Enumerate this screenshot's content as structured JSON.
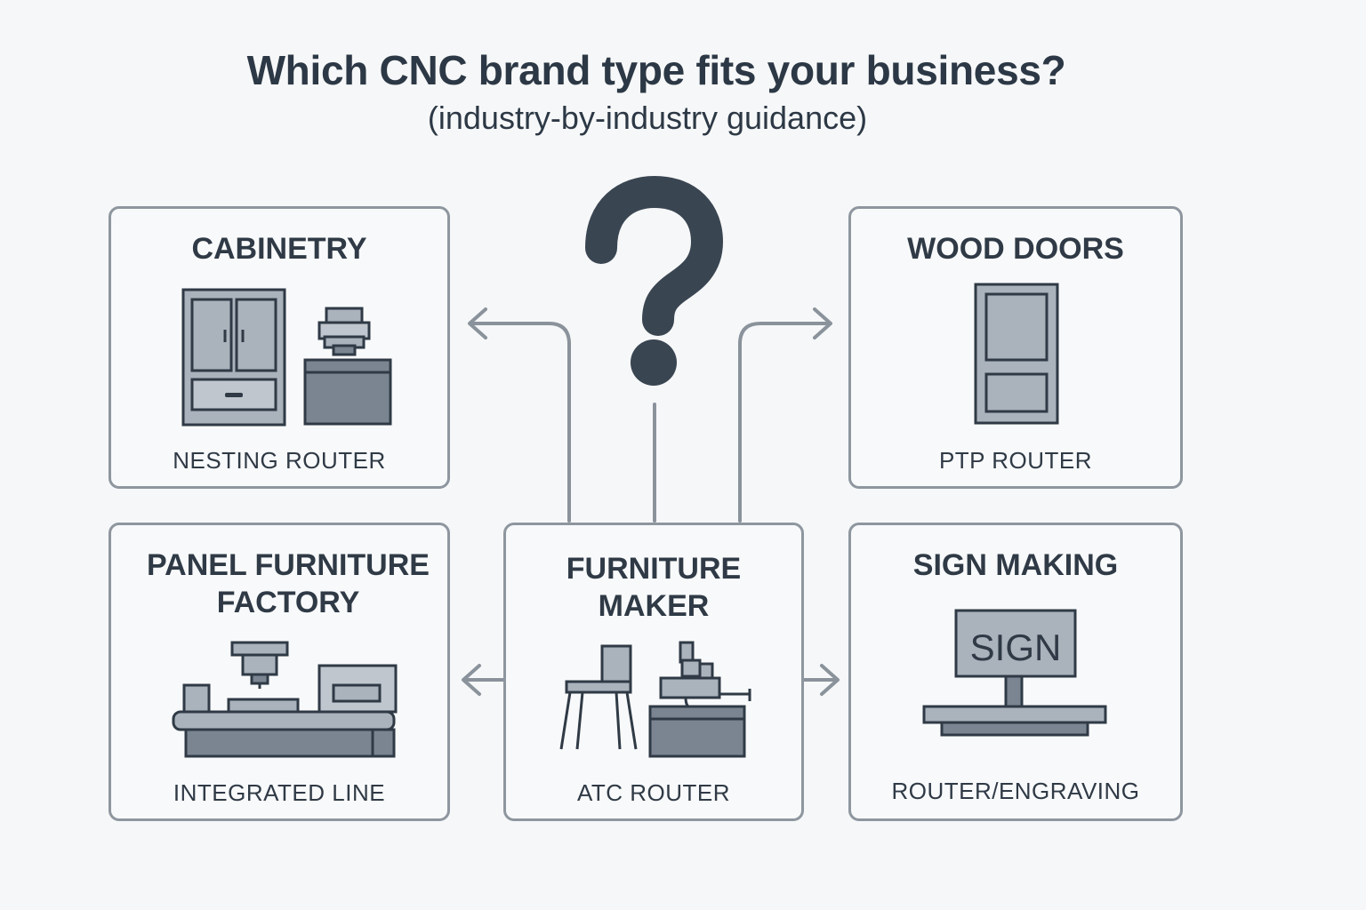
{
  "header": {
    "title": "Which CNC brand type fits your business?",
    "subtitle": "(industry-by-industry guidance)"
  },
  "center": {
    "icon": "question-mark-icon"
  },
  "cards": {
    "cabinetry": {
      "title": "CABINETRY",
      "label": "NESTING ROUTER",
      "icons": [
        "cabinet-icon",
        "nesting-router-icon"
      ]
    },
    "wood_doors": {
      "title": "WOOD DOORS",
      "label": "PTP ROUTER",
      "icons": [
        "door-icon"
      ]
    },
    "panel_furniture": {
      "title_line1": "PANEL FURNITURE",
      "title_line2": "FACTORY",
      "label": "INTEGRATED LINE",
      "icons": [
        "integrated-line-icon"
      ]
    },
    "furniture_maker": {
      "title_line1": "FURNITURE",
      "title_line2": "MAKER",
      "label": "ATC ROUTER",
      "icons": [
        "chair-icon",
        "atc-router-icon"
      ]
    },
    "sign_making": {
      "title": "SIGN MAKING",
      "label": "ROUTER/ENGRAVING",
      "sign_text": "SIGN",
      "icons": [
        "sign-board-icon"
      ]
    }
  },
  "colors": {
    "outline": "#2f3a46",
    "fill_light": "#aab2bc",
    "fill_dark": "#7a8591",
    "border": "#8e969f",
    "connector": "#8a929b"
  }
}
